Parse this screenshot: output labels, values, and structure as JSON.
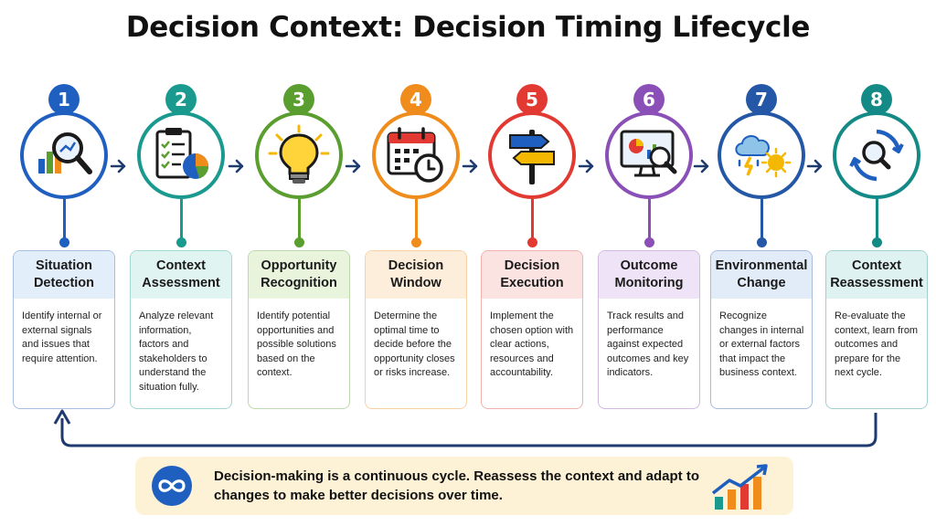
{
  "title": "Decision Context: Decision Timing Lifecycle",
  "steps": [
    {
      "number": "1",
      "title": "Situation Detection",
      "description": "Identify internal or external signals and issues that require attention.",
      "color": "#1f5fbf",
      "tint": "#e3eefb",
      "icon": "magnifier-chart-icon"
    },
    {
      "number": "2",
      "title": "Context Assessment",
      "description": "Analyze relevant information, factors and stakeholders to understand the situation fully.",
      "color": "#1a9a8e",
      "tint": "#e0f4f1",
      "icon": "clipboard-pie-icon"
    },
    {
      "number": "3",
      "title": "Opportunity Recognition",
      "description": "Identify potential opportunities and possible solutions based on the context.",
      "color": "#5a9e2f",
      "tint": "#e9f4dd",
      "icon": "lightbulb-icon"
    },
    {
      "number": "4",
      "title": "Decision Window",
      "description": "Determine the optimal time to decide before the opportunity closes or risks increase.",
      "color": "#f08c1c",
      "tint": "#fdeedb",
      "icon": "calendar-clock-icon"
    },
    {
      "number": "5",
      "title": "Decision Execution",
      "description": "Implement the chosen option with clear actions, resources and accountability.",
      "color": "#e23a32",
      "tint": "#fbe3e1",
      "icon": "signpost-icon"
    },
    {
      "number": "6",
      "title": "Outcome Monitoring",
      "description": "Track results and performance against expected outcomes and key indicators.",
      "color": "#8b4fb8",
      "tint": "#efe4f7",
      "icon": "monitor-analytics-icon"
    },
    {
      "number": "7",
      "title": "Environmental Change",
      "description": "Recognize changes in internal or external factors that impact the business context.",
      "color": "#2458a6",
      "tint": "#e2ebf8",
      "icon": "weather-icon"
    },
    {
      "number": "8",
      "title": "Context Reassessment",
      "description": "Re-evaluate the context, learn from outcomes and prepare for the next cycle.",
      "color": "#148a87",
      "tint": "#ddf2f1",
      "icon": "refresh-search-icon"
    }
  ],
  "footer": {
    "text": "Decision-making is a continuous cycle. Reassess the context and adapt to changes to make better decisions over time.",
    "icon": "infinity-icon",
    "chart_icon": "growth-chart-icon",
    "background": "#fdf1d6"
  }
}
